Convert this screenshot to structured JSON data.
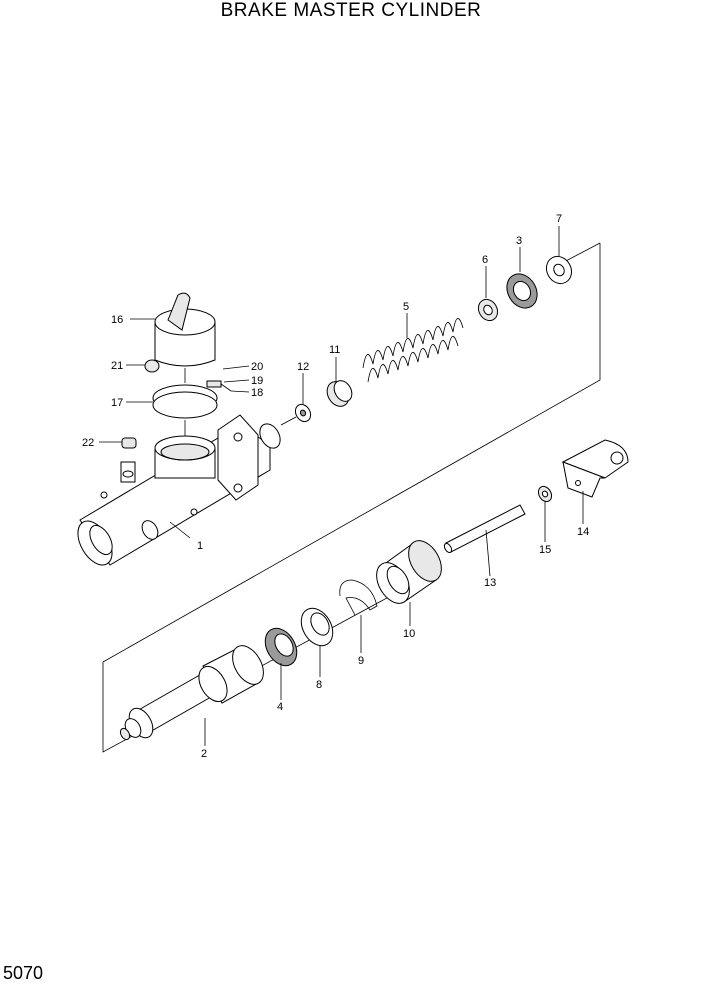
{
  "title": "BRAKE MASTER CYLINDER",
  "page_number": "5070",
  "callouts": [
    "1",
    "2",
    "3",
    "4",
    "5",
    "6",
    "7",
    "8",
    "9",
    "10",
    "11",
    "12",
    "13",
    "14",
    "15",
    "16",
    "17",
    "18",
    "19",
    "20",
    "21",
    "22"
  ]
}
